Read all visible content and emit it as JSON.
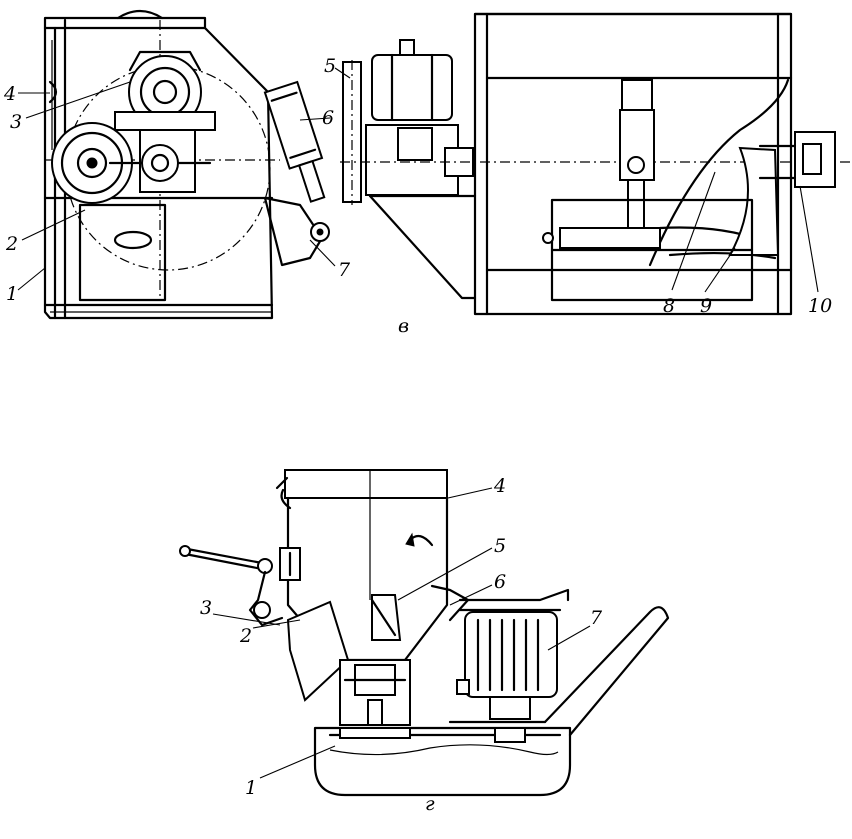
{
  "view_v": {
    "caption": "в",
    "callouts": [
      "1",
      "2",
      "3",
      "4",
      "5",
      "6",
      "7",
      "8",
      "9",
      "10"
    ]
  },
  "view_g": {
    "caption": "г",
    "callouts": [
      "1",
      "2",
      "3",
      "4",
      "5",
      "6",
      "7"
    ]
  }
}
